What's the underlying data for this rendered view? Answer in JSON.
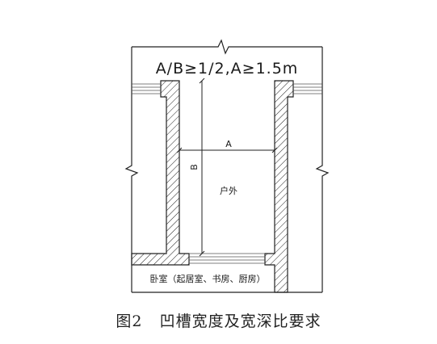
{
  "diagram": {
    "requirement_formula": "A/B≥1/2,A≥1.5m",
    "dim_width_label": "A",
    "dim_depth_label": "B",
    "outdoor_label": "户外",
    "bedroom_label": "卧室（起居室、书房、厨房）"
  },
  "caption": {
    "number": "图2",
    "title": "凹槽宽度及宽深比要求"
  }
}
